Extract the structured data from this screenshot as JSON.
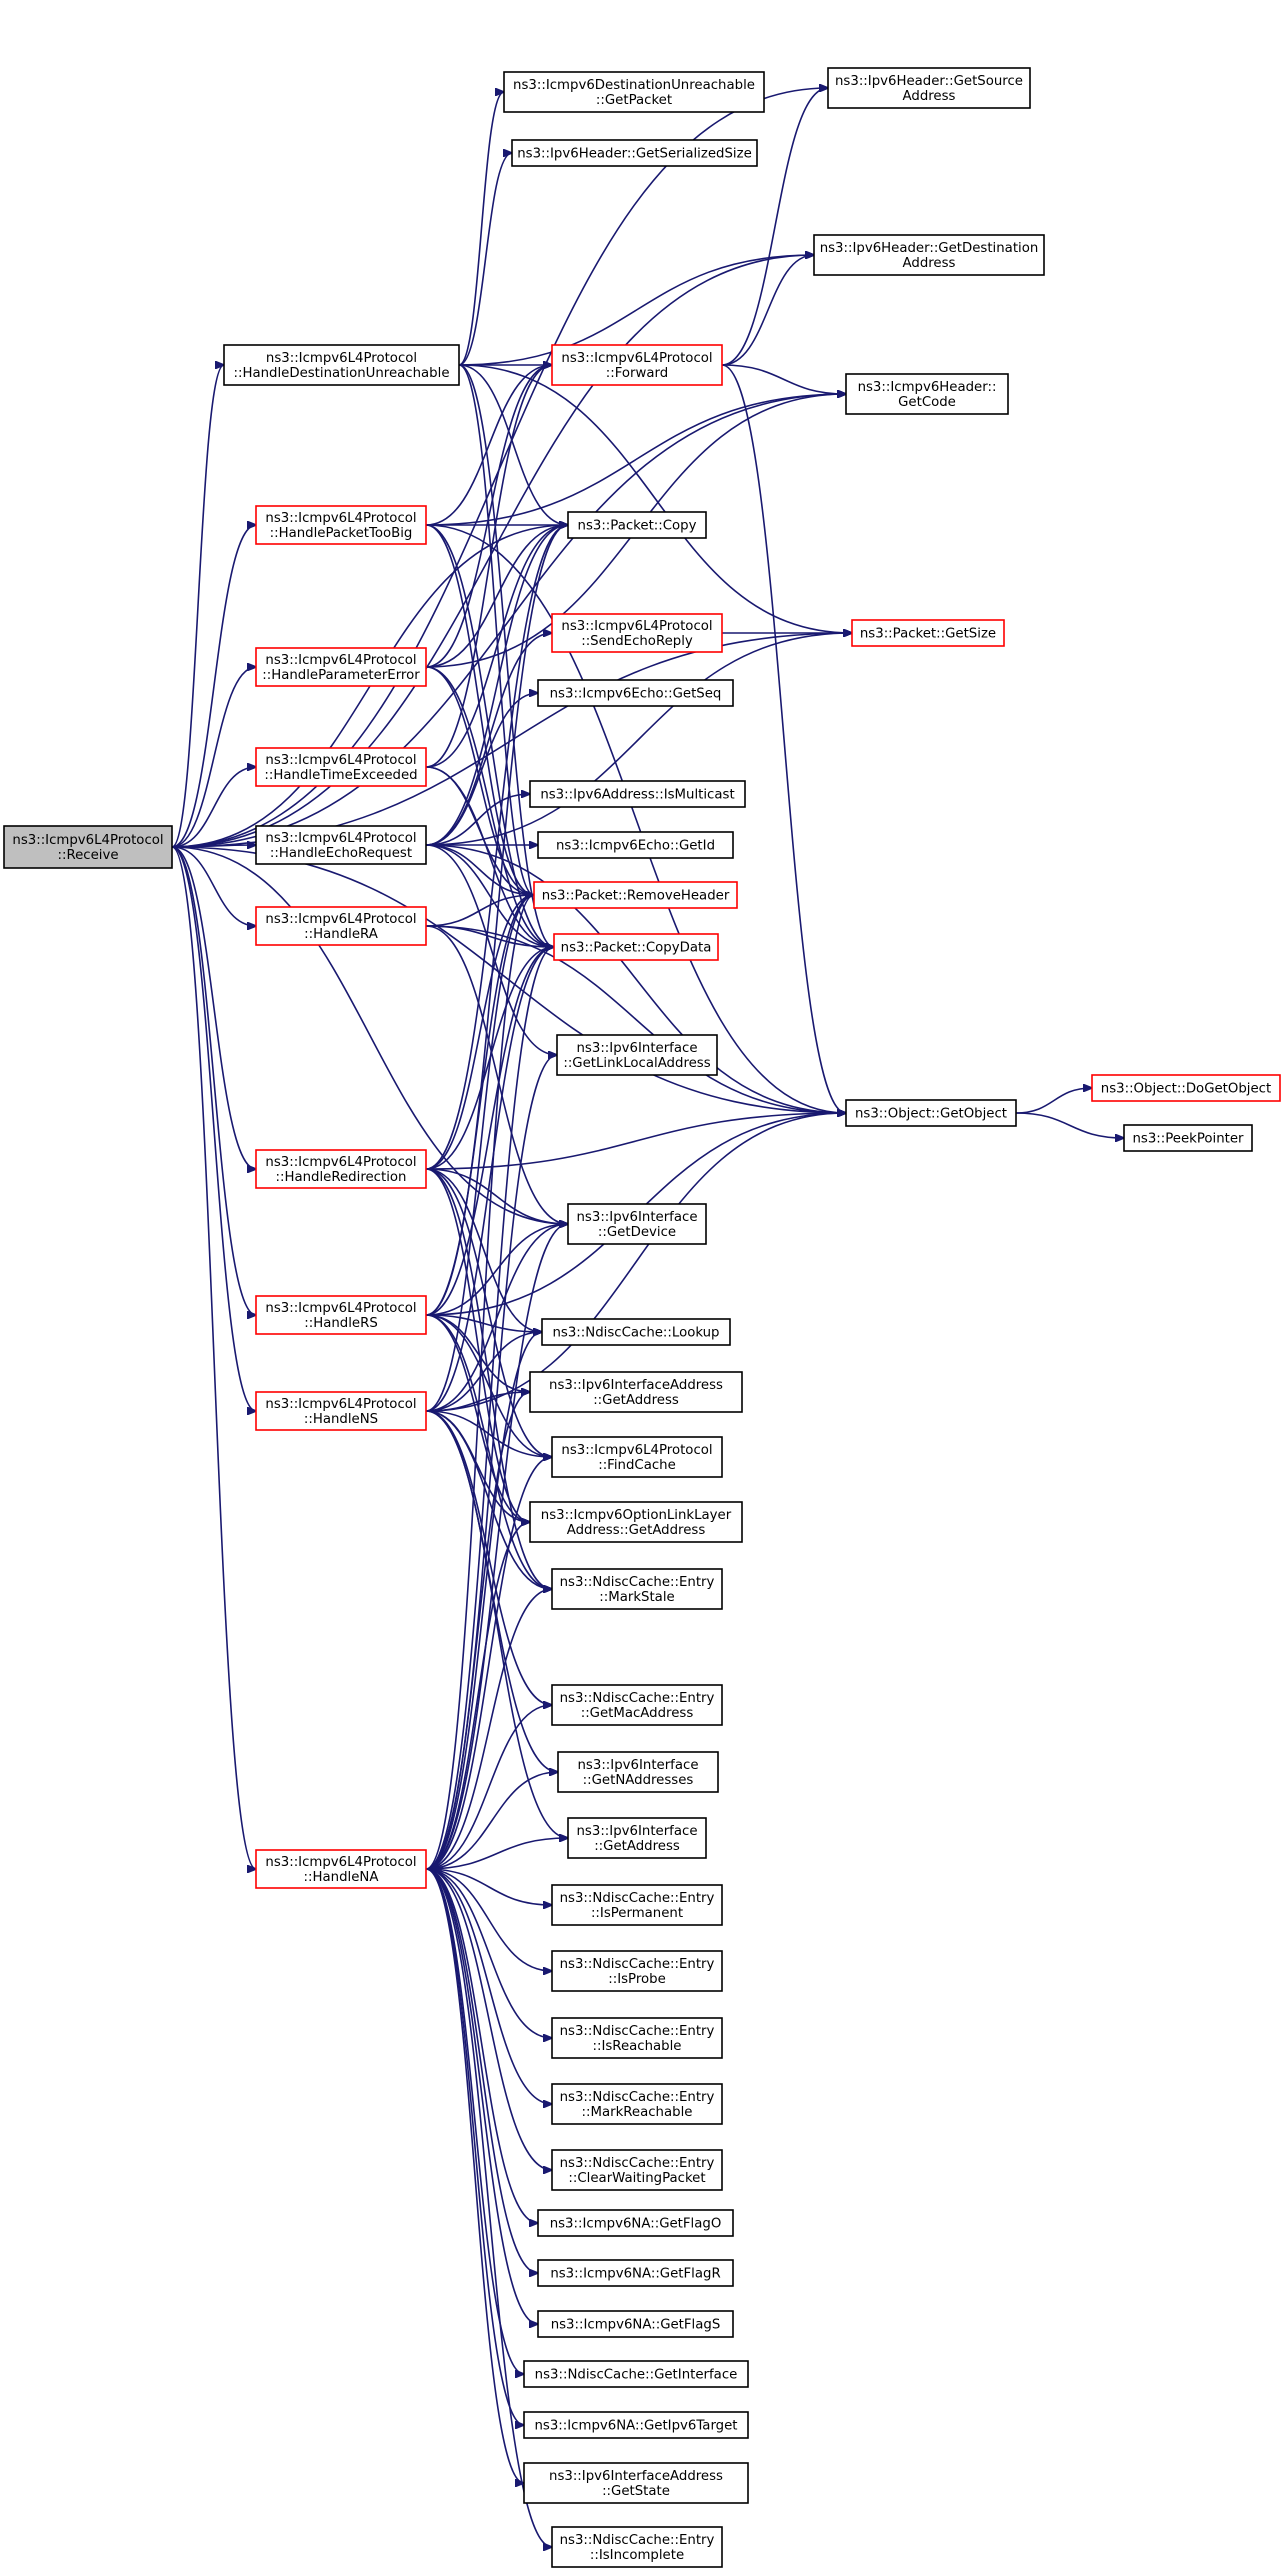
{
  "diagram": {
    "type": "call-graph",
    "colors": {
      "root_fill": "#bfbfbf",
      "normal_border": "#000000",
      "truncated_border": "#ff0000",
      "edge": "#191970"
    },
    "nodes": [
      {
        "id": "receive",
        "lines": [
          "ns3::Icmpv6L4Protocol",
          "::Receive"
        ],
        "style": "gray"
      },
      {
        "id": "handleDestUnreach",
        "lines": [
          "ns3::Icmpv6L4Protocol",
          "::HandleDestinationUnreachable"
        ],
        "style": "black"
      },
      {
        "id": "handlePacketTooBig",
        "lines": [
          "ns3::Icmpv6L4Protocol",
          "::HandlePacketTooBig"
        ],
        "style": "red"
      },
      {
        "id": "handleParamError",
        "lines": [
          "ns3::Icmpv6L4Protocol",
          "::HandleParameterError"
        ],
        "style": "red"
      },
      {
        "id": "handleTimeExceeded",
        "lines": [
          "ns3::Icmpv6L4Protocol",
          "::HandleTimeExceeded"
        ],
        "style": "red"
      },
      {
        "id": "handleEchoRequest",
        "lines": [
          "ns3::Icmpv6L4Protocol",
          "::HandleEchoRequest"
        ],
        "style": "black"
      },
      {
        "id": "handleRA",
        "lines": [
          "ns3::Icmpv6L4Protocol",
          "::HandleRA"
        ],
        "style": "red"
      },
      {
        "id": "handleRedirection",
        "lines": [
          "ns3::Icmpv6L4Protocol",
          "::HandleRedirection"
        ],
        "style": "red"
      },
      {
        "id": "handleRS",
        "lines": [
          "ns3::Icmpv6L4Protocol",
          "::HandleRS"
        ],
        "style": "red"
      },
      {
        "id": "handleNS",
        "lines": [
          "ns3::Icmpv6L4Protocol",
          "::HandleNS"
        ],
        "style": "red"
      },
      {
        "id": "handleNA",
        "lines": [
          "ns3::Icmpv6L4Protocol",
          "::HandleNA"
        ],
        "style": "red"
      },
      {
        "id": "destUnreachGetPacket",
        "lines": [
          "ns3::Icmpv6DestinationUnreachable",
          "::GetPacket"
        ],
        "style": "black"
      },
      {
        "id": "ipv6HdrSerSize",
        "lines": [
          "ns3::Ipv6Header::GetSerializedSize"
        ],
        "style": "black"
      },
      {
        "id": "forward",
        "lines": [
          "ns3::Icmpv6L4Protocol",
          "::Forward"
        ],
        "style": "red"
      },
      {
        "id": "packetCopy",
        "lines": [
          "ns3::Packet::Copy"
        ],
        "style": "black"
      },
      {
        "id": "sendEchoReply",
        "lines": [
          "ns3::Icmpv6L4Protocol",
          "::SendEchoReply"
        ],
        "style": "red"
      },
      {
        "id": "echoGetSeq",
        "lines": [
          "ns3::Icmpv6Echo::GetSeq"
        ],
        "style": "black"
      },
      {
        "id": "ipv6AddrIsMulticast",
        "lines": [
          "ns3::Ipv6Address::IsMulticast"
        ],
        "style": "black"
      },
      {
        "id": "echoGetId",
        "lines": [
          "ns3::Icmpv6Echo::GetId"
        ],
        "style": "black"
      },
      {
        "id": "removeHeader",
        "lines": [
          "ns3::Packet::RemoveHeader"
        ],
        "style": "red"
      },
      {
        "id": "copyData",
        "lines": [
          "ns3::Packet::CopyData"
        ],
        "style": "red"
      },
      {
        "id": "getLinkLocal",
        "lines": [
          "ns3::Ipv6Interface",
          "::GetLinkLocalAddress"
        ],
        "style": "black"
      },
      {
        "id": "ifaceGetDevice",
        "lines": [
          "ns3::Ipv6Interface",
          "::GetDevice"
        ],
        "style": "black"
      },
      {
        "id": "ndiscLookup",
        "lines": [
          "ns3::NdiscCache::Lookup"
        ],
        "style": "black"
      },
      {
        "id": "ifaceAddrGetAddress",
        "lines": [
          "ns3::Ipv6InterfaceAddress",
          "::GetAddress"
        ],
        "style": "black"
      },
      {
        "id": "findCache",
        "lines": [
          "ns3::Icmpv6L4Protocol",
          "::FindCache"
        ],
        "style": "black"
      },
      {
        "id": "optLinkLayerAddr",
        "lines": [
          "ns3::Icmpv6OptionLinkLayer",
          "Address::GetAddress"
        ],
        "style": "black"
      },
      {
        "id": "entryMarkStale",
        "lines": [
          "ns3::NdiscCache::Entry",
          "::MarkStale"
        ],
        "style": "black"
      },
      {
        "id": "entryGetMac",
        "lines": [
          "ns3::NdiscCache::Entry",
          "::GetMacAddress"
        ],
        "style": "black"
      },
      {
        "id": "ifaceGetNAddr",
        "lines": [
          "ns3::Ipv6Interface",
          "::GetNAddresses"
        ],
        "style": "black"
      },
      {
        "id": "ifaceGetAddress",
        "lines": [
          "ns3::Ipv6Interface",
          "::GetAddress"
        ],
        "style": "black"
      },
      {
        "id": "entryIsPermanent",
        "lines": [
          "ns3::NdiscCache::Entry",
          "::IsPermanent"
        ],
        "style": "black"
      },
      {
        "id": "entryIsProbe",
        "lines": [
          "ns3::NdiscCache::Entry",
          "::IsProbe"
        ],
        "style": "black"
      },
      {
        "id": "entryIsReachable",
        "lines": [
          "ns3::NdiscCache::Entry",
          "::IsReachable"
        ],
        "style": "black"
      },
      {
        "id": "entryMarkReachable",
        "lines": [
          "ns3::NdiscCache::Entry",
          "::MarkReachable"
        ],
        "style": "black"
      },
      {
        "id": "entryClearWaiting",
        "lines": [
          "ns3::NdiscCache::Entry",
          "::ClearWaitingPacket"
        ],
        "style": "black"
      },
      {
        "id": "naGetFlagO",
        "lines": [
          "ns3::Icmpv6NA::GetFlagO"
        ],
        "style": "black"
      },
      {
        "id": "naGetFlagR",
        "lines": [
          "ns3::Icmpv6NA::GetFlagR"
        ],
        "style": "black"
      },
      {
        "id": "naGetFlagS",
        "lines": [
          "ns3::Icmpv6NA::GetFlagS"
        ],
        "style": "black"
      },
      {
        "id": "ndiscGetInterface",
        "lines": [
          "ns3::NdiscCache::GetInterface"
        ],
        "style": "black"
      },
      {
        "id": "naGetTarget",
        "lines": [
          "ns3::Icmpv6NA::GetIpv6Target"
        ],
        "style": "black"
      },
      {
        "id": "ifaceAddrGetState",
        "lines": [
          "ns3::Ipv6InterfaceAddress",
          "::GetState"
        ],
        "style": "black"
      },
      {
        "id": "entryIsIncomplete",
        "lines": [
          "ns3::NdiscCache::Entry",
          "::IsIncomplete"
        ],
        "style": "black"
      },
      {
        "id": "ipv6HdrGetSource",
        "lines": [
          "ns3::Ipv6Header::GetSource",
          "Address"
        ],
        "style": "black"
      },
      {
        "id": "ipv6HdrGetDest",
        "lines": [
          "ns3::Ipv6Header::GetDestination",
          "Address"
        ],
        "style": "black"
      },
      {
        "id": "icmpHdrGetCode",
        "lines": [
          "ns3::Icmpv6Header::",
          "GetCode"
        ],
        "style": "black"
      },
      {
        "id": "packetGetSize",
        "lines": [
          "ns3::Packet::GetSize"
        ],
        "style": "red"
      },
      {
        "id": "objectGetObject",
        "lines": [
          "ns3::Object::GetObject"
        ],
        "style": "black"
      },
      {
        "id": "objectDoGetObject",
        "lines": [
          "ns3::Object::DoGetObject"
        ],
        "style": "red"
      },
      {
        "id": "peekPointer",
        "lines": [
          "ns3::PeekPointer"
        ],
        "style": "black"
      }
    ],
    "edges": [
      [
        "receive",
        "handleDestUnreach"
      ],
      [
        "receive",
        "handlePacketTooBig"
      ],
      [
        "receive",
        "handleParamError"
      ],
      [
        "receive",
        "handleTimeExceeded"
      ],
      [
        "receive",
        "handleEchoRequest"
      ],
      [
        "receive",
        "handleRA"
      ],
      [
        "receive",
        "handleRedirection"
      ],
      [
        "receive",
        "handleRS"
      ],
      [
        "receive",
        "handleNS"
      ],
      [
        "receive",
        "handleNA"
      ],
      [
        "receive",
        "ipv6HdrGetSource"
      ],
      [
        "receive",
        "ipv6HdrGetDest"
      ],
      [
        "receive",
        "icmpHdrGetCode"
      ],
      [
        "receive",
        "packetCopy"
      ],
      [
        "receive",
        "packetGetSize"
      ],
      [
        "receive",
        "objectGetObject"
      ],
      [
        "receive",
        "ifaceGetDevice"
      ],
      [
        "handleDestUnreach",
        "destUnreachGetPacket"
      ],
      [
        "handleDestUnreach",
        "ipv6HdrSerSize"
      ],
      [
        "handleDestUnreach",
        "forward"
      ],
      [
        "handleDestUnreach",
        "packetCopy"
      ],
      [
        "handleDestUnreach",
        "removeHeader"
      ],
      [
        "handleDestUnreach",
        "copyData"
      ],
      [
        "handleDestUnreach",
        "ipv6HdrGetDest"
      ],
      [
        "handleDestUnreach",
        "packetGetSize"
      ],
      [
        "handlePacketTooBig",
        "forward"
      ],
      [
        "handlePacketTooBig",
        "packetCopy"
      ],
      [
        "handlePacketTooBig",
        "removeHeader"
      ],
      [
        "handlePacketTooBig",
        "copyData"
      ],
      [
        "handlePacketTooBig",
        "icmpHdrGetCode"
      ],
      [
        "handlePacketTooBig",
        "objectGetObject"
      ],
      [
        "handleParamError",
        "forward"
      ],
      [
        "handleParamError",
        "packetCopy"
      ],
      [
        "handleParamError",
        "removeHeader"
      ],
      [
        "handleParamError",
        "copyData"
      ],
      [
        "handleParamError",
        "icmpHdrGetCode"
      ],
      [
        "handleTimeExceeded",
        "forward"
      ],
      [
        "handleTimeExceeded",
        "packetCopy"
      ],
      [
        "handleTimeExceeded",
        "removeHeader"
      ],
      [
        "handleTimeExceeded",
        "copyData"
      ],
      [
        "handleEchoRequest",
        "sendEchoReply"
      ],
      [
        "handleEchoRequest",
        "echoGetSeq"
      ],
      [
        "handleEchoRequest",
        "ipv6AddrIsMulticast"
      ],
      [
        "handleEchoRequest",
        "echoGetId"
      ],
      [
        "handleEchoRequest",
        "removeHeader"
      ],
      [
        "handleEchoRequest",
        "copyData"
      ],
      [
        "handleEchoRequest",
        "packetCopy"
      ],
      [
        "handleEchoRequest",
        "packetGetSize"
      ],
      [
        "handleEchoRequest",
        "getLinkLocal"
      ],
      [
        "handleEchoRequest",
        "objectGetObject"
      ],
      [
        "handleRA",
        "removeHeader"
      ],
      [
        "handleRA",
        "copyData"
      ],
      [
        "handleRA",
        "objectGetObject"
      ],
      [
        "handleRA",
        "ifaceGetDevice"
      ],
      [
        "handleRedirection",
        "packetCopy"
      ],
      [
        "handleRedirection",
        "removeHeader"
      ],
      [
        "handleRedirection",
        "copyData"
      ],
      [
        "handleRedirection",
        "objectGetObject"
      ],
      [
        "handleRedirection",
        "ifaceGetDevice"
      ],
      [
        "handleRedirection",
        "ndiscLookup"
      ],
      [
        "handleRedirection",
        "findCache"
      ],
      [
        "handleRedirection",
        "optLinkLayerAddr"
      ],
      [
        "handleRedirection",
        "entryMarkStale"
      ],
      [
        "handleRS",
        "packetCopy"
      ],
      [
        "handleRS",
        "removeHeader"
      ],
      [
        "handleRS",
        "copyData"
      ],
      [
        "handleRS",
        "objectGetObject"
      ],
      [
        "handleRS",
        "ifaceGetDevice"
      ],
      [
        "handleRS",
        "ndiscLookup"
      ],
      [
        "handleRS",
        "findCache"
      ],
      [
        "handleRS",
        "optLinkLayerAddr"
      ],
      [
        "handleRS",
        "entryMarkStale"
      ],
      [
        "handleRS",
        "ifaceAddrGetAddress"
      ],
      [
        "handleNS",
        "removeHeader"
      ],
      [
        "handleNS",
        "copyData"
      ],
      [
        "handleNS",
        "ifaceGetDevice"
      ],
      [
        "handleNS",
        "ndiscLookup"
      ],
      [
        "handleNS",
        "ifaceAddrGetAddress"
      ],
      [
        "handleNS",
        "findCache"
      ],
      [
        "handleNS",
        "optLinkLayerAddr"
      ],
      [
        "handleNS",
        "entryMarkStale"
      ],
      [
        "handleNS",
        "entryGetMac"
      ],
      [
        "handleNS",
        "ifaceGetNAddr"
      ],
      [
        "handleNS",
        "ifaceGetAddress"
      ],
      [
        "handleNS",
        "objectGetObject"
      ],
      [
        "handleNA",
        "removeHeader"
      ],
      [
        "handleNA",
        "copyData"
      ],
      [
        "handleNA",
        "getLinkLocal"
      ],
      [
        "handleNA",
        "ifaceGetDevice"
      ],
      [
        "handleNA",
        "ndiscLookup"
      ],
      [
        "handleNA",
        "ifaceAddrGetAddress"
      ],
      [
        "handleNA",
        "findCache"
      ],
      [
        "handleNA",
        "optLinkLayerAddr"
      ],
      [
        "handleNA",
        "entryMarkStale"
      ],
      [
        "handleNA",
        "entryGetMac"
      ],
      [
        "handleNA",
        "ifaceGetNAddr"
      ],
      [
        "handleNA",
        "ifaceGetAddress"
      ],
      [
        "handleNA",
        "entryIsPermanent"
      ],
      [
        "handleNA",
        "entryIsProbe"
      ],
      [
        "handleNA",
        "entryIsReachable"
      ],
      [
        "handleNA",
        "entryMarkReachable"
      ],
      [
        "handleNA",
        "entryClearWaiting"
      ],
      [
        "handleNA",
        "naGetFlagO"
      ],
      [
        "handleNA",
        "naGetFlagR"
      ],
      [
        "handleNA",
        "naGetFlagS"
      ],
      [
        "handleNA",
        "ndiscGetInterface"
      ],
      [
        "handleNA",
        "naGetTarget"
      ],
      [
        "handleNA",
        "ifaceAddrGetState"
      ],
      [
        "handleNA",
        "entryIsIncomplete"
      ],
      [
        "forward",
        "ipv6HdrGetSource"
      ],
      [
        "forward",
        "ipv6HdrGetDest"
      ],
      [
        "forward",
        "icmpHdrGetCode"
      ],
      [
        "forward",
        "objectGetObject"
      ],
      [
        "sendEchoReply",
        "packetGetSize"
      ],
      [
        "objectGetObject",
        "objectDoGetObject"
      ],
      [
        "objectGetObject",
        "peekPointer"
      ]
    ]
  }
}
